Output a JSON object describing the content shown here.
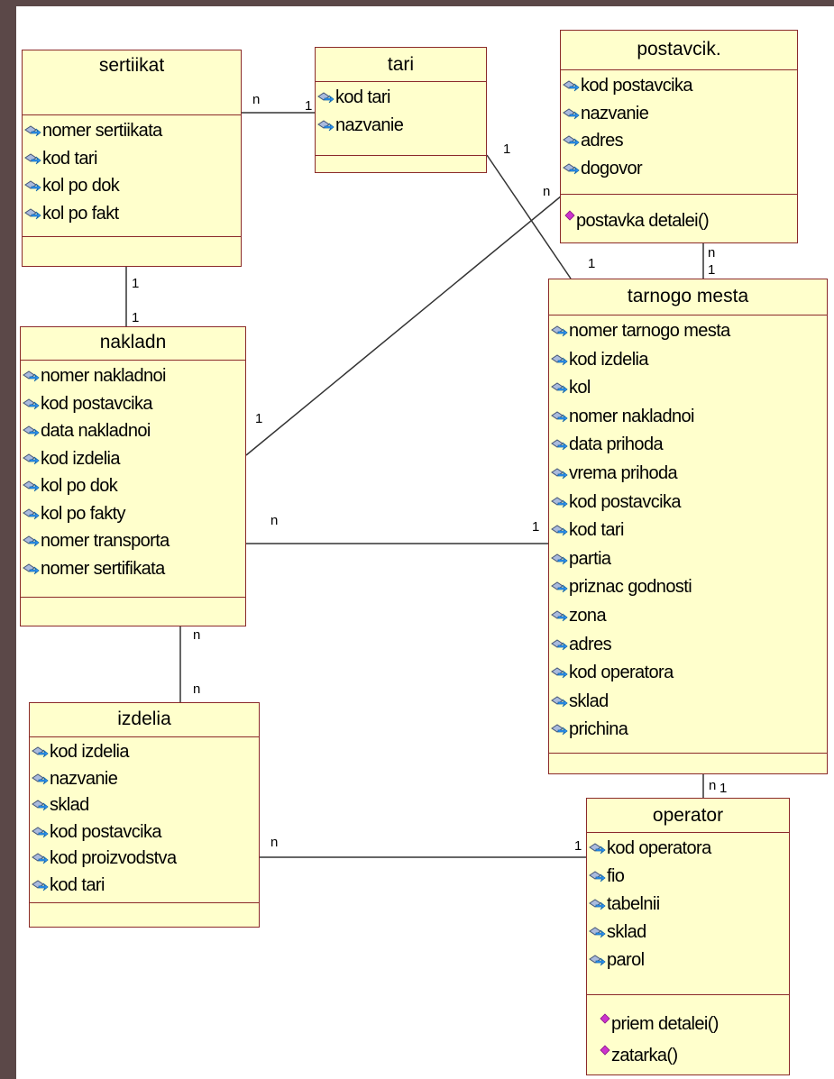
{
  "classes": {
    "sertifikat": {
      "title": "sertiikat",
      "attributes": [
        "nomer sertiikata",
        "kod tari",
        "kol po dok",
        "kol po fakt"
      ]
    },
    "tari": {
      "title": "tari",
      "attributes": [
        "kod tari",
        "nazvanie"
      ]
    },
    "postavcik": {
      "title": "postavcik.",
      "attributes": [
        "kod postavcika",
        "nazvanie",
        "adres",
        "dogovor"
      ],
      "operations": [
        "postavka detalei()"
      ]
    },
    "nakladn": {
      "title": "nakladn",
      "attributes": [
        "nomer nakladnoi",
        "kod postavcika",
        "data nakladnoi",
        "kod izdelia",
        "kol po dok",
        "kol po fakty",
        "nomer transporta",
        "nomer sertifikata"
      ]
    },
    "tarnogo_mesta": {
      "title": "tarnogo mesta",
      "attributes": [
        "nomer tarnogo mesta",
        "kod izdelia",
        "kol",
        "nomer nakladnoi",
        "data prihoda",
        "vrema prihoda",
        "kod postavcika",
        "kod tari",
        "partia",
        "priznac godnosti",
        "zona",
        "adres",
        "kod operatora",
        "sklad",
        "prichina"
      ]
    },
    "izdelia": {
      "title": "izdelia",
      "attributes": [
        "kod izdelia",
        "nazvanie",
        "sklad",
        "kod postavcika",
        "kod proizvodstva",
        "kod tari"
      ]
    },
    "operator": {
      "title": "operator",
      "attributes": [
        "kod operatora",
        "fio",
        "tabelnii",
        "sklad",
        "parol"
      ],
      "operations": [
        "priem detalei()",
        "zatarka()"
      ]
    }
  },
  "multiplicities": {
    "sert_tari_n": "n",
    "sert_tari_1": "1",
    "tari_tarn_1a": "1",
    "tari_tarn_1b": "1",
    "post_nakl_n": "n",
    "post_nakl_1": "1",
    "post_tarn_n": "n",
    "post_tarn_1": "1",
    "sert_nakl_1a": "1",
    "sert_nakl_1b": "1",
    "nakl_tarn_n": "n",
    "nakl_tarn_1": "1",
    "nakl_izd_na": "n",
    "nakl_izd_nb": "n",
    "tarn_oper_n": "n",
    "tarn_oper_1": "1",
    "izd_oper_n": "n",
    "izd_oper_1": "1"
  },
  "colors": {
    "class_fill": "#ffffcc",
    "class_border": "#8b2a2a",
    "attribute_icon": "blue-gray key-box icon",
    "operation_icon": "#cc33cc"
  }
}
